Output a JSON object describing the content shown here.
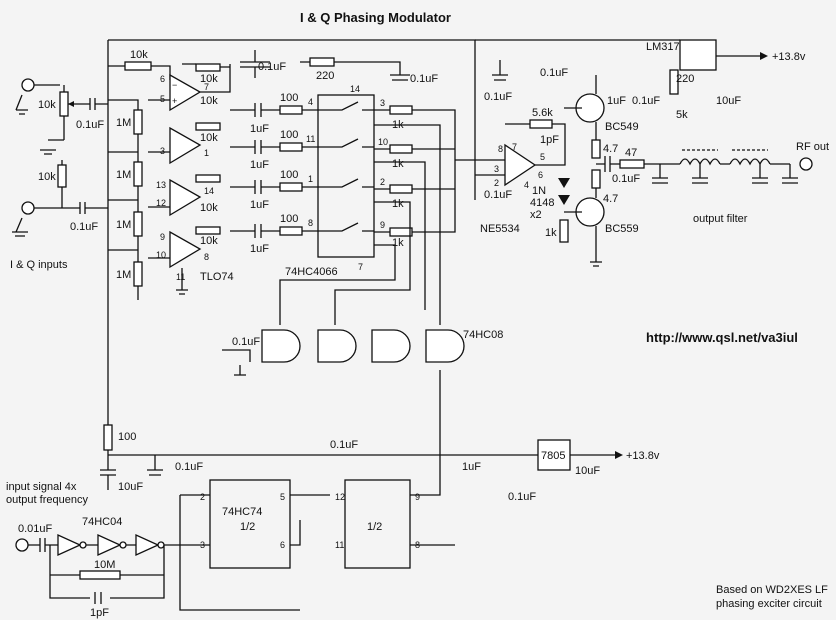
{
  "title": "I & Q Phasing Modulator",
  "labels": {
    "iq_inputs": "I & Q inputs",
    "input_signal": "input signal 4x",
    "output_freq": "output frequency",
    "output_filter": "output filter",
    "rf_out": "RF out",
    "url": "http://www.qsl.net/va3iul",
    "credit1": "Based on WD2XES LF",
    "credit2": "phasing exciter circuit",
    "supply_top": "+13.8v",
    "supply_mid": "+13.8v"
  },
  "components": {
    "tl074": "TLO74",
    "hc4066": "74HC4066",
    "hc08": "74HC08",
    "hc04": "74HC04",
    "hc74": "74HC74",
    "half": "1/2",
    "half2": "1/2",
    "ne5534": "NE5534",
    "lm317": "LM317",
    "r7805": "7805",
    "bc549": "BC549",
    "bc559": "BC559",
    "diode": "1N",
    "diode2": "4148",
    "diode3": "x2"
  },
  "values": {
    "r10k": "10k",
    "r1m": "1M",
    "r100": "100",
    "r1k": "1k",
    "r220": "220",
    "r5_6k": "5.6k",
    "r4_7": "4.7",
    "r47": "47",
    "r5k": "5k",
    "r10m": "10M",
    "c01": "0.1uF",
    "c1": "1uF",
    "c10": "10uF",
    "c1p": "1pF",
    "c001": "0.01uF"
  },
  "pins": {
    "p1": "1",
    "p2": "2",
    "p3": "3",
    "p4": "4",
    "p5": "5",
    "p6": "6",
    "p7": "7",
    "p8": "8",
    "p9": "9",
    "p10": "10",
    "p11": "11",
    "p12": "12",
    "p13": "13",
    "p14": "14"
  }
}
